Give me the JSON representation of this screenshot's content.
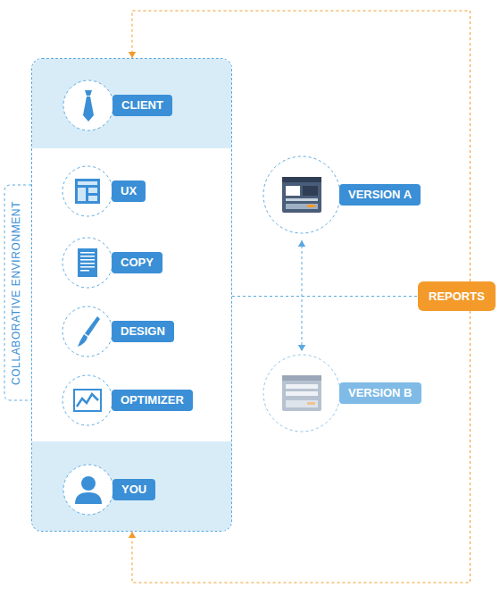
{
  "diagram": {
    "nodes": [
      {
        "text": [
          "COLLABORATIVE ENVIRONMENT"
        ]
      },
      {
        "text": [
          "CLIENT"
        ],
        "in": 0
      },
      {
        "text": [
          "UX"
        ],
        "in": 0
      },
      {
        "text": [
          "COPY"
        ],
        "in": 0
      },
      {
        "text": [
          "DESIGN"
        ],
        "in": 0
      },
      {
        "text": [
          "OPTIMIZER"
        ],
        "in": 0
      },
      {
        "text": [
          "YOU"
        ],
        "in": 0
      },
      {
        "text": [
          "VERSION A"
        ]
      },
      {
        "text": [
          "VERSION B"
        ]
      },
      {
        "text": [
          "REPORTS"
        ]
      }
    ],
    "edges": [
      {
        "from": 7,
        "to": 8,
        "arrow": "both"
      },
      {
        "from": 0,
        "to": 9,
        "arrow": "none"
      },
      {
        "from": 9,
        "to": 1,
        "arrow": "to"
      },
      {
        "from": 9,
        "to": 6,
        "arrow": "to"
      }
    ]
  }
}
